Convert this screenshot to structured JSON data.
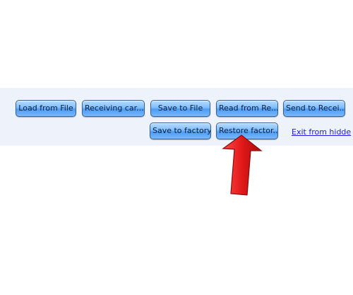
{
  "toolbar": {
    "row1": [
      {
        "name": "load-from-file-button",
        "label": "Load from File"
      },
      {
        "name": "receiving-card-button",
        "label": "Receiving car..."
      },
      {
        "name": "save-to-file-button",
        "label": "Save to File"
      },
      {
        "name": "read-from-receiver-button",
        "label": "Read from Re..."
      },
      {
        "name": "send-to-receiver-button",
        "label": "Send to Recei..."
      }
    ],
    "row2": [
      {
        "name": "save-to-factory-button",
        "label": "Save to factory..."
      },
      {
        "name": "restore-factory-button",
        "label": "Restore factor..."
      }
    ],
    "exit_link": "Exit from hidde"
  },
  "annotation": {
    "arrow_color": "#e02020",
    "arrow_target": "restore-factory-button"
  }
}
